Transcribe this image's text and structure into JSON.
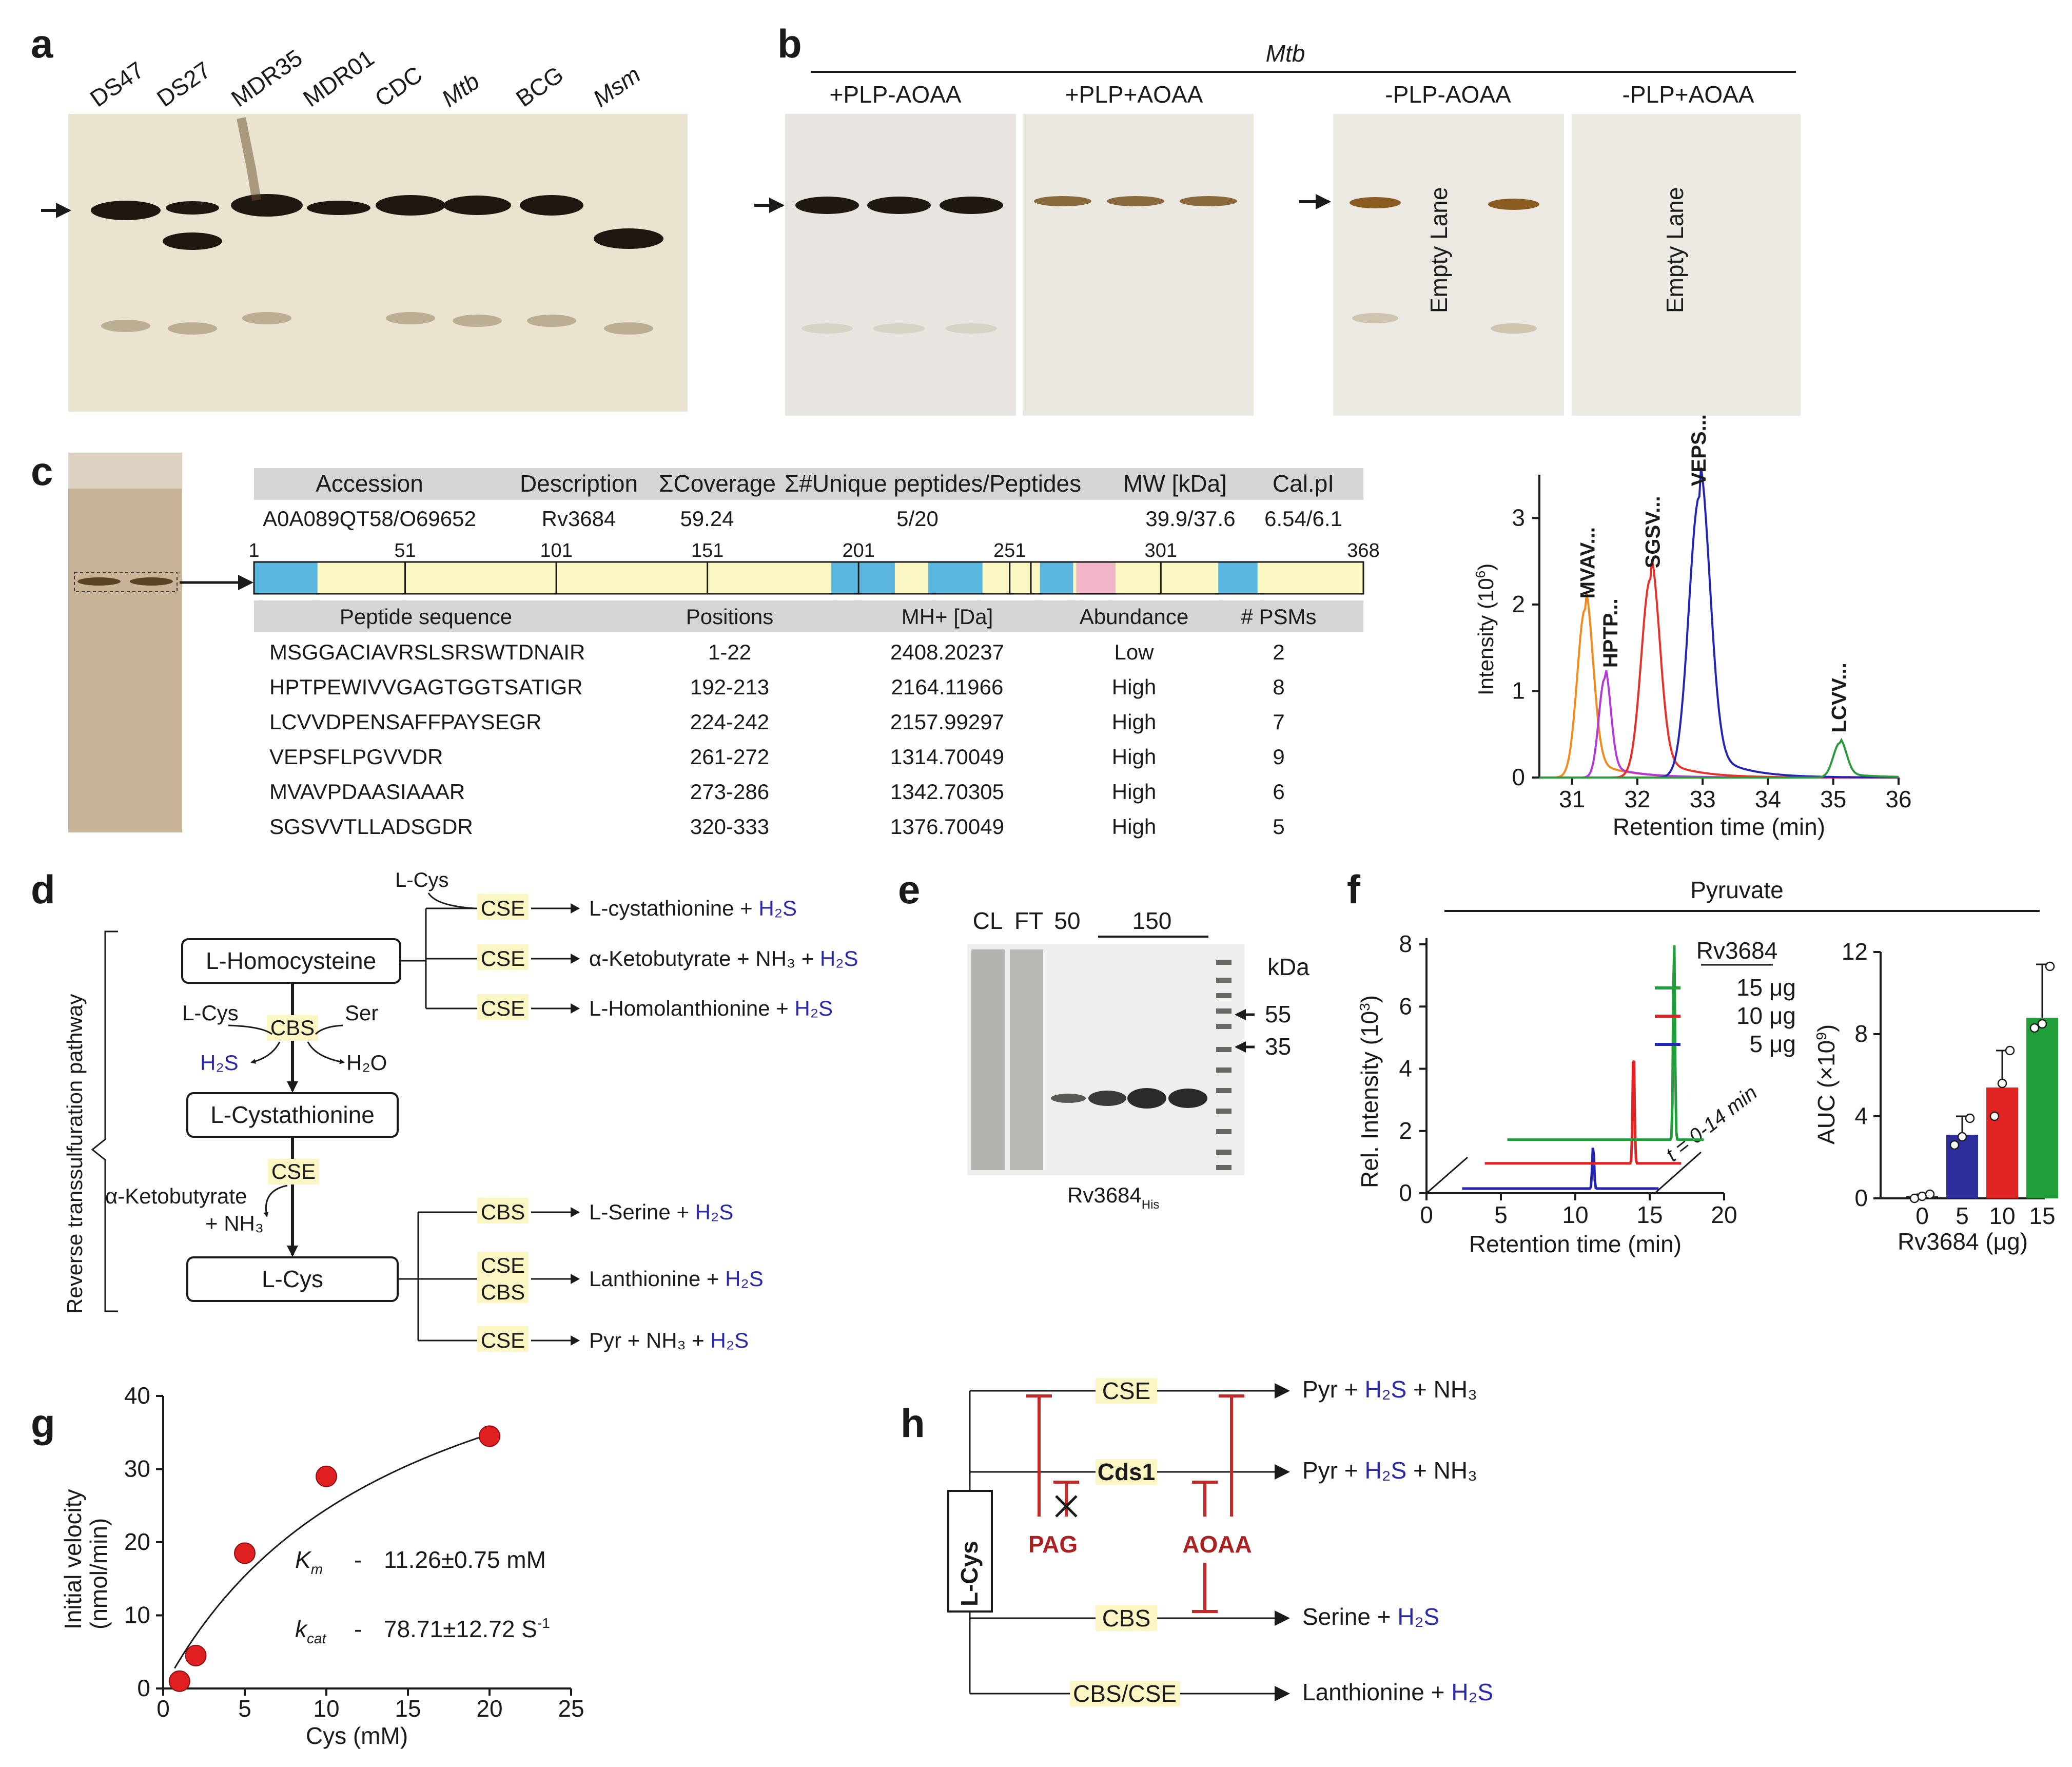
{
  "colors": {
    "gel_bg": "#e9e3cf",
    "band": "#2a1c10",
    "h2s_blue": "#2a2aa6",
    "inhibitor_red": "#c62828",
    "enzyme_highlight": "#fbf6c4",
    "coverage_blue": "#5ab6de",
    "coverage_yellow": "#fbf7c2",
    "coverage_pink": "#f3b6c8"
  },
  "panel_a": {
    "label": "a",
    "lanes": [
      "DS47",
      "DS27",
      "MDR35",
      "MDR01",
      "CDC",
      "Mtb",
      "BCG",
      "Msm"
    ]
  },
  "panel_b": {
    "label": "b",
    "organism": "Mtb",
    "gels": [
      "+PLP-AOAA",
      "+PLP+AOAA",
      "-PLP-AOAA",
      "-PLP+AOAA"
    ],
    "empty_lane": "Empty Lane"
  },
  "panel_c": {
    "label": "c",
    "protein_headers": [
      "Accession",
      "Description",
      "ΣCoverage",
      "Σ#Unique peptides/Peptides",
      "MW [kDa]",
      "Cal.pI"
    ],
    "protein_row": [
      "A0A089QT58/O69652",
      "Rv3684",
      "59.24",
      "5/20",
      "39.9/37.6",
      "6.54/6.1"
    ],
    "coverage_ticks": [
      "1",
      "51",
      "101",
      "151",
      "201",
      "251",
      "301",
      "368"
    ],
    "peptide_headers": [
      "Peptide sequence",
      "Positions",
      "MH+ [Da]",
      "Abundance",
      "# PSMs"
    ],
    "peptides": [
      [
        "MSGGACIAVRSLSRSWTDNAIR",
        "1-22",
        "2408.20237",
        "Low",
        "2"
      ],
      [
        "HPTPEWIVVGAGTGGTSATIGR",
        "192-213",
        "2164.11966",
        "High",
        "8"
      ],
      [
        "LCVVDPENSAFFPAYSEGR",
        "224-242",
        "2157.99297",
        "High",
        "7"
      ],
      [
        "VEPSFLPGVVDR",
        "261-272",
        "1314.70049",
        "High",
        "9"
      ],
      [
        "MVAVPDAASIAAAR",
        "273-286",
        "1342.70305",
        "High",
        "6"
      ],
      [
        "SGSVVTLLADSGDR",
        "320-333",
        "1376.70049",
        "High",
        "5"
      ]
    ],
    "chromatogram": {
      "ylabel": "Intensity (10",
      "ylabel_exp": "6",
      "ylabel_end": ")",
      "xlabel": "Retention time (min)",
      "xticks": [
        "31",
        "32",
        "33",
        "34",
        "35",
        "36"
      ],
      "yticks": [
        "0",
        "1",
        "2",
        "3"
      ],
      "peaks": [
        "MVAV...",
        "HPTP...",
        "SGSV...",
        "VEPS...",
        "LCVV..."
      ]
    }
  },
  "panel_d": {
    "label": "d",
    "pathway_label": "Reverse transsulfuration pathway",
    "boxes": [
      "L-Homocysteine",
      "L-Cystathionine",
      "L-Cys"
    ],
    "lcys": "L-Cys",
    "ser": "Ser",
    "h2s": "H₂S",
    "h2o": "H₂O",
    "akb": "α-Ketobutyrate",
    "nh3": "+ NH₃",
    "cse": "CSE",
    "cbs": "CBS",
    "products": {
      "p1": "L-cystathionine + ",
      "p2": "α-Ketobutyrate + NH₃ + ",
      "p3": "L-Homolanthionine + ",
      "p4": "L-Serine + ",
      "p5": "Lanthionine + ",
      "p6": "Pyr + NH₃ + "
    }
  },
  "panel_e": {
    "label": "e",
    "lanes": [
      "CL",
      "FT",
      "50",
      "150"
    ],
    "unit": "kDa",
    "markers": [
      "55",
      "35"
    ],
    "caption": "Rv3684",
    "caption_sub": "His"
  },
  "panel_f": {
    "label": "f",
    "title": "Pyruvate",
    "legend_title": "Rv3684",
    "legend": [
      "15 μg",
      "10 μg",
      "5 μg"
    ],
    "ylabel": "Rel. Intensity (10",
    "ylabel_exp": "3",
    "ylabel_end": ")",
    "xlabel": "Retention time (min)",
    "xticks": [
      "0",
      "5",
      "10",
      "15",
      "20"
    ],
    "yticks": [
      "0",
      "2",
      "4",
      "6",
      "8"
    ],
    "time_label": "t = 0-14 min",
    "bar_ylabel": "AUC (×10",
    "bar_ylabel_exp": "9",
    "bar_ylabel_end": ")",
    "bar_xlabel": "Rv3684 (μg)",
    "bar_yticks": [
      "0",
      "4",
      "8",
      "12"
    ],
    "bar_xticks": [
      "0",
      "5",
      "10",
      "15"
    ]
  },
  "panel_g": {
    "label": "g",
    "ylabel1": "Initial velocity",
    "ylabel2": "(nmol/min)",
    "xlabel": "Cys (mM)",
    "xticks": [
      "0",
      "5",
      "10",
      "15",
      "20",
      "25"
    ],
    "yticks": [
      "0",
      "10",
      "20",
      "30",
      "40"
    ],
    "km_label": "K",
    "km_sub": "m",
    "km_value": "11.26±0.75 mM",
    "kcat_label": "k",
    "kcat_sub": "cat",
    "kcat_value": "78.71±12.72 S",
    "kcat_exp": "-1",
    "dash": "-"
  },
  "panel_h": {
    "label": "h",
    "substrate": "L-Cys",
    "enzymes": [
      "CSE",
      "Cds1",
      "CBS",
      "CBS/CSE"
    ],
    "inhibitors": [
      "PAG",
      "AOAA"
    ],
    "pyr": "Pyr + ",
    "h2s": "H₂S",
    "nh3": " + NH₃",
    "serine": "Serine + ",
    "lanthionine": "Lanthionine + "
  },
  "chart_data": [
    {
      "type": "bar",
      "title": "Pyruvate",
      "xlabel": "Rv3684 (μg)",
      "ylabel": "AUC (×10⁹)",
      "categories": [
        "0",
        "5",
        "10",
        "15"
      ],
      "values": [
        0.1,
        3.1,
        5.4,
        8.8
      ],
      "errors": [
        0.1,
        0.9,
        1.8,
        2.6
      ],
      "points": [
        [
          0,
          0.1,
          0.2
        ],
        [
          2.6,
          3.0,
          3.9
        ],
        [
          4.0,
          5.6,
          7.2
        ],
        [
          8.3,
          8.5,
          11.3
        ]
      ],
      "colors": [
        "#1a1a1a",
        "#2d2d9c",
        "#e02424",
        "#1f9e3a"
      ],
      "ylim": [
        0,
        12
      ]
    },
    {
      "type": "scatter",
      "xlabel": "Cys (mM)",
      "ylabel": "Initial velocity (nmol/min)",
      "x": [
        1,
        2,
        5,
        10,
        20
      ],
      "y": [
        1,
        4.5,
        18.5,
        29,
        34.5
      ],
      "xlim": [
        0,
        25
      ],
      "ylim": [
        0,
        40
      ],
      "fit": "Michaelis-Menten"
    },
    {
      "type": "line",
      "xlabel": "Retention time (min)",
      "ylabel": "Intensity (10⁶)",
      "xlim": [
        30.5,
        36
      ],
      "ylim": [
        0,
        3.5
      ],
      "series": [
        {
          "name": "MVAV...",
          "color": "#f28a1c",
          "peak_x": 31.2,
          "peak_y": 1.95
        },
        {
          "name": "HPTP...",
          "color": "#b23ad8",
          "peak_x": 31.5,
          "peak_y": 1.15
        },
        {
          "name": "SGSV...",
          "color": "#e8302a",
          "peak_x": 32.2,
          "peak_y": 2.3
        },
        {
          "name": "VEPS...",
          "color": "#2424b4",
          "peak_x": 32.95,
          "peak_y": 3.25
        },
        {
          "name": "LCVV...",
          "color": "#2a9a3a",
          "peak_x": 35.1,
          "peak_y": 0.4
        }
      ]
    }
  ]
}
